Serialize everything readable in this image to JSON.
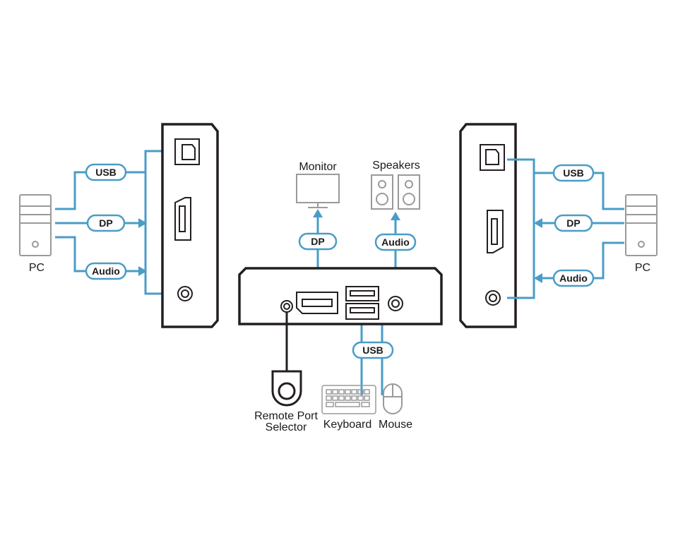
{
  "left_pc": {
    "label": "PC",
    "cables": {
      "usb": "USB",
      "dp": "DP",
      "audio": "Audio"
    }
  },
  "right_pc": {
    "label": "PC",
    "cables": {
      "usb": "USB",
      "dp": "DP",
      "audio": "Audio"
    }
  },
  "console": {
    "monitor": {
      "label": "Monitor",
      "cable": "DP"
    },
    "speakers": {
      "label": "Speakers",
      "cable": "Audio"
    },
    "usb_hub_cable": "USB",
    "keyboard": {
      "label": "Keyboard"
    },
    "mouse": {
      "label": "Mouse"
    },
    "remote": {
      "label_line1": "Remote Port",
      "label_line2": "Selector"
    }
  },
  "colors": {
    "cable": "#4a9cc7",
    "device_outline": "#231f20",
    "peripheral": "#9a9a9a"
  }
}
